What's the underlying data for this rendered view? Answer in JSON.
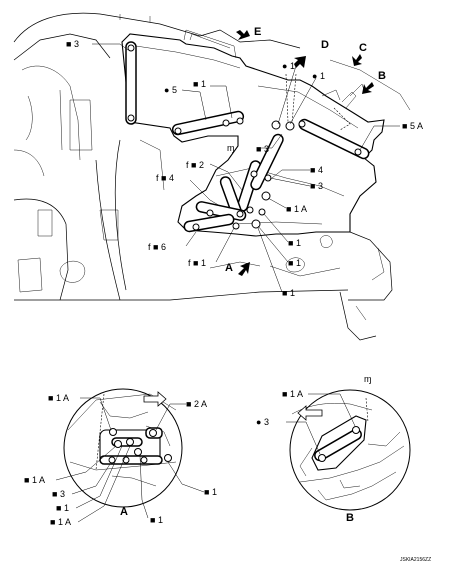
{
  "symbols": {
    "square": "■",
    "circle": "●",
    "fsquare": "f ■",
    "grease": "ɱ"
  },
  "callouts_main": {
    "E": "E",
    "D": "D",
    "C": "C",
    "B": "B",
    "A": "A",
    "sq3_top": "3",
    "sq1_a": "1",
    "c5": "5",
    "c1_a": "1",
    "c1_b": "1",
    "sq5A": "5 A",
    "sq3_mid": "3",
    "f2": "2",
    "sq4_r": "4",
    "sq3_r": "3",
    "f4": "4",
    "sq1A_m": "1 A",
    "f6": "6",
    "sq1_m1": "1",
    "f1": "1",
    "sq1_m2": "1",
    "sq1_bot": "1"
  },
  "detail_a": {
    "label": "A",
    "sq1A_t": "1 A",
    "sq2A": "2 A",
    "sq1A_l": "1 A",
    "sq3": "3",
    "sq1_l": "1",
    "sq1A_b": "1 A",
    "sq1_b": "1",
    "sq1_r": "1"
  },
  "detail_b": {
    "label": "B",
    "sq1A": "1 A",
    "c3": "3"
  },
  "ref_code": "JSKIA2156ZZ"
}
